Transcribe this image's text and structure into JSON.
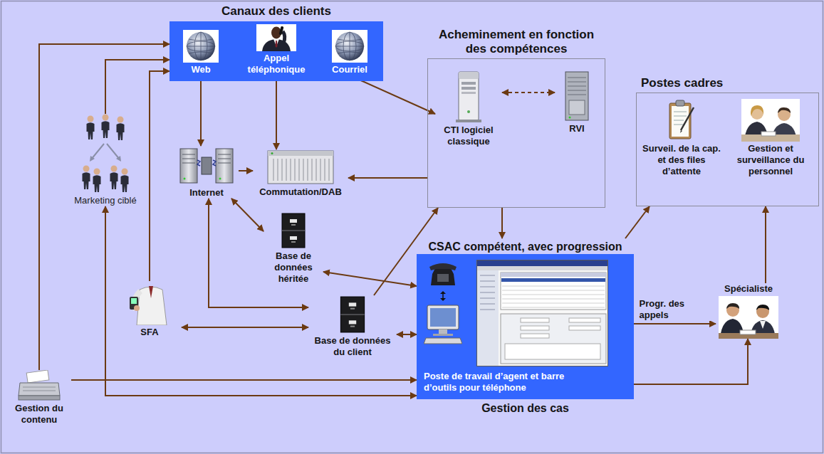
{
  "diagram": {
    "nodes": [
      {
        "text": [
          "Canaux des clients"
        ]
      },
      {
        "text": [
          "Web"
        ],
        "in": 0
      },
      {
        "text": [
          "Appel téléphonique"
        ],
        "in": 0
      },
      {
        "text": [
          "Courriel"
        ],
        "in": 0
      },
      {
        "text": [
          "Marketing ciblé"
        ]
      },
      {
        "text": [
          "Internet"
        ]
      },
      {
        "text": [
          "Commutation/DAB"
        ]
      },
      {
        "text": [
          "Acheminement en fonction des compétences"
        ]
      },
      {
        "text": [
          "CTI logiciel classique"
        ],
        "in": 7
      },
      {
        "text": [
          "RVI"
        ],
        "in": 7
      },
      {
        "text": [
          "Postes cadres"
        ]
      },
      {
        "text": [
          "Surveil. de la cap. et des files d’attente"
        ],
        "in": 10
      },
      {
        "text": [
          "Gestion et surveillance du personnel"
        ],
        "in": 10
      },
      {
        "text": [
          "Base de données héritée"
        ]
      },
      {
        "text": [
          "SFA"
        ]
      },
      {
        "text": [
          "Base de données du client"
        ]
      },
      {
        "text": [
          "CSAC compétent, avec progression",
          "Poste de travail d’agent et barre d’outils pour téléphone",
          "Gestion des cas"
        ]
      },
      {
        "text": [
          "Spécialiste"
        ]
      },
      {
        "text": [
          "Gestion du contenu"
        ]
      }
    ],
    "edges": [
      {
        "from": 18,
        "to": 0,
        "arrow": "to"
      },
      {
        "from": 4,
        "to": 0,
        "arrow": "to"
      },
      {
        "from": 14,
        "to": 0,
        "arrow": "to"
      },
      {
        "from": 1,
        "to": 5,
        "arrow": "to"
      },
      {
        "from": 2,
        "to": 6,
        "arrow": "to"
      },
      {
        "from": 3,
        "to": 8,
        "arrow": "to"
      },
      {
        "from": 5,
        "to": 6,
        "arrow": "to"
      },
      {
        "from": 7,
        "to": 6,
        "arrow": "to"
      },
      {
        "from": 8,
        "to": 9,
        "arrow": "both"
      },
      {
        "from": 5,
        "to": 13,
        "arrow": "both"
      },
      {
        "from": 5,
        "to": 15,
        "arrow": "both"
      },
      {
        "from": 14,
        "to": 15,
        "arrow": "both"
      },
      {
        "from": 13,
        "to": 16,
        "arrow": "both"
      },
      {
        "from": 15,
        "to": 16,
        "arrow": "both"
      },
      {
        "from": 15,
        "to": 7,
        "arrow": "to"
      },
      {
        "from": 7,
        "to": 16,
        "arrow": "to"
      },
      {
        "from": 16,
        "to": 10,
        "arrow": "to"
      },
      {
        "from": 16,
        "to": 17,
        "label": "Progr. des appels",
        "arrow": "to"
      },
      {
        "from": 16,
        "to": 17,
        "arrow": "to"
      },
      {
        "from": 17,
        "to": 10,
        "arrow": "to"
      },
      {
        "from": 18,
        "to": 16,
        "arrow": "to"
      },
      {
        "from": 4,
        "to": 16,
        "arrow": "both"
      }
    ]
  }
}
